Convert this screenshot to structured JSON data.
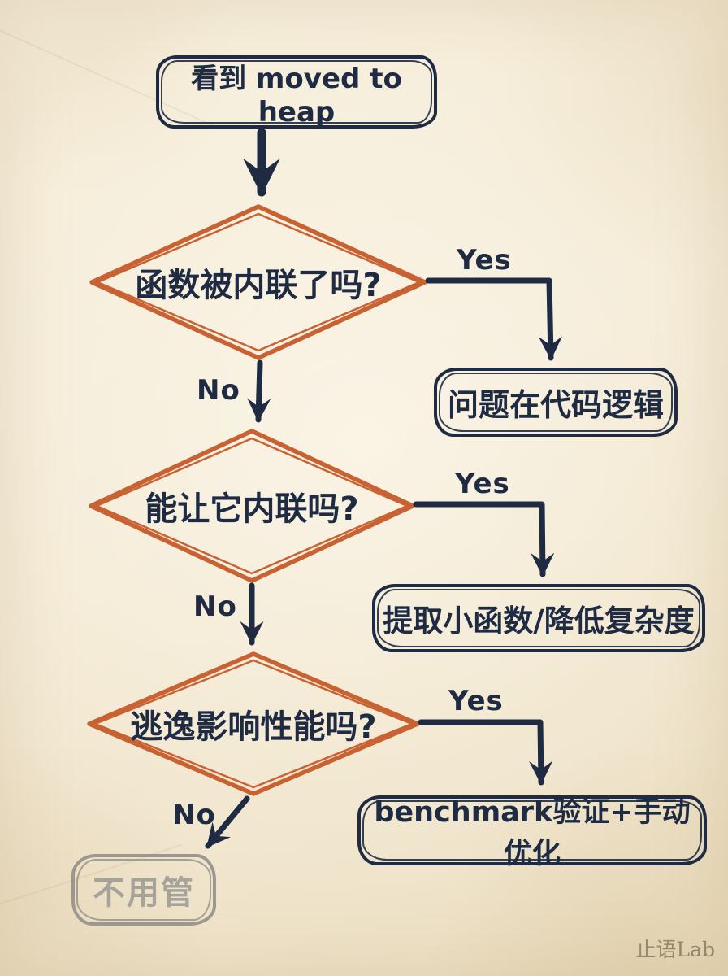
{
  "colors": {
    "background": "#f4ead5",
    "ink": "#1e2b42",
    "accent": "#c96232",
    "muted": "#9c9890",
    "muted-text": "#a6a39b",
    "watermark": "#8b8166"
  },
  "flowchart": {
    "start": {
      "label": "看到 moved to heap"
    },
    "decisions": [
      {
        "label": "函数被内联了吗?",
        "yes_label": "Yes",
        "no_label": "No"
      },
      {
        "label": "能让它内联吗?",
        "yes_label": "Yes",
        "no_label": "No"
      },
      {
        "label": "逃逸影响性能吗?",
        "yes_label": "Yes",
        "no_label": "No"
      }
    ],
    "results": [
      {
        "label": "问题在代码逻辑"
      },
      {
        "label": "提取小函数/降低复杂度"
      },
      {
        "label": "benchmark验证+手动优化"
      }
    ],
    "terminal": {
      "label": "不用管"
    }
  },
  "watermark": "止语Lab"
}
